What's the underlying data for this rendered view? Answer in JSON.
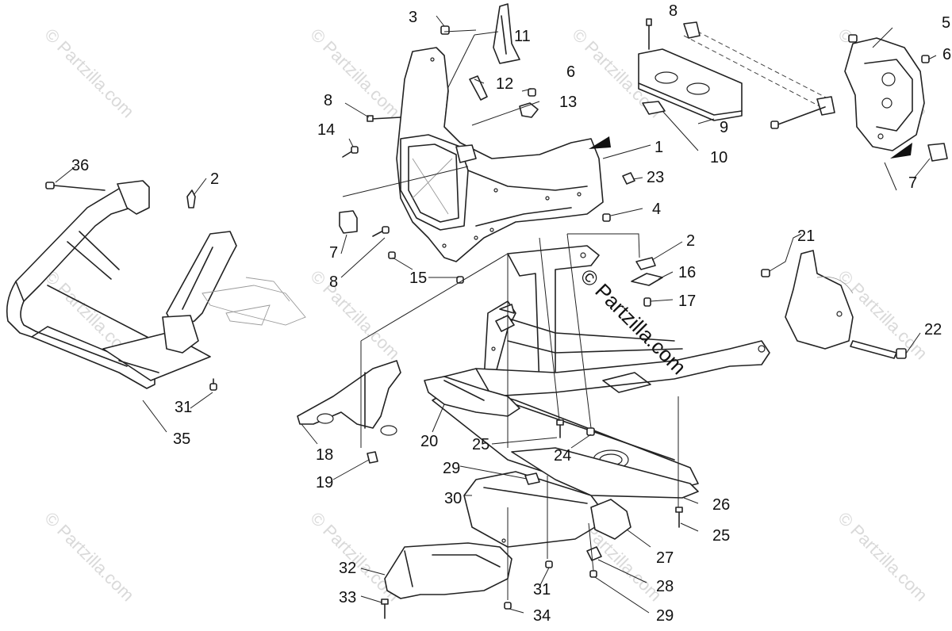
{
  "watermark": {
    "site_text": "© Partzilla.com",
    "main_text": "© Partzilla.com"
  },
  "callouts": {
    "c1": "1",
    "c2a": "2",
    "c2b": "2",
    "c3": "3",
    "c4": "4",
    "c5": "5",
    "c6a": "6",
    "c6b": "6",
    "c7a": "7",
    "c7b": "7",
    "c8a": "8",
    "c8b": "8",
    "c8c": "8",
    "c9": "9",
    "c10": "10",
    "c11": "11",
    "c12": "12",
    "c13": "13",
    "c14": "14",
    "c15": "15",
    "c16": "16",
    "c17": "17",
    "c18": "18",
    "c19": "19",
    "c20": "20",
    "c21": "21",
    "c22": "22",
    "c23": "23",
    "c24": "24",
    "c25a": "25",
    "c25b": "25",
    "c26": "26",
    "c27": "27",
    "c28": "28",
    "c29a": "29",
    "c29b": "29",
    "c30": "30",
    "c31a": "31",
    "c31b": "31",
    "c32": "32",
    "c33": "33",
    "c34": "34",
    "c35": "35",
    "c36": "36"
  }
}
